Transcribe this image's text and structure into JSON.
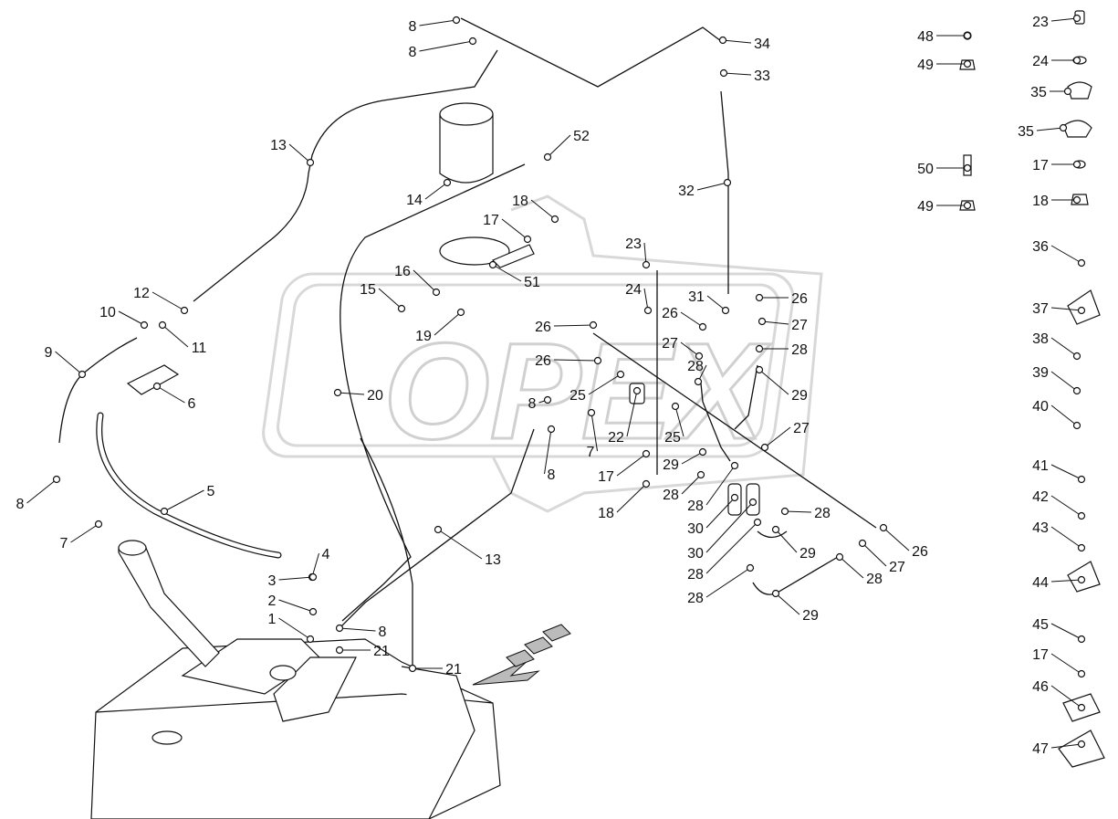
{
  "diagram": {
    "watermark": "OPEX",
    "callouts": [
      "8",
      "8",
      "34",
      "33",
      "13",
      "52",
      "14",
      "32",
      "18",
      "17",
      "23",
      "51",
      "16",
      "12",
      "15",
      "24",
      "31",
      "26",
      "10",
      "11",
      "26",
      "27",
      "19",
      "26",
      "27",
      "28",
      "9",
      "26",
      "28",
      "25",
      "20",
      "29",
      "6",
      "8",
      "22",
      "25",
      "27",
      "7",
      "8",
      "29",
      "17",
      "28",
      "5",
      "8",
      "18",
      "28",
      "28",
      "30",
      "7",
      "29",
      "30",
      "26",
      "4",
      "13",
      "27",
      "28",
      "28",
      "3",
      "2",
      "28",
      "29",
      "1",
      "8",
      "21",
      "21",
      "48",
      "49",
      "50",
      "49",
      "23",
      "24",
      "35",
      "35",
      "17",
      "18",
      "36",
      "37",
      "38",
      "39",
      "40",
      "41",
      "42",
      "43",
      "44",
      "45",
      "17",
      "46",
      "47"
    ]
  }
}
